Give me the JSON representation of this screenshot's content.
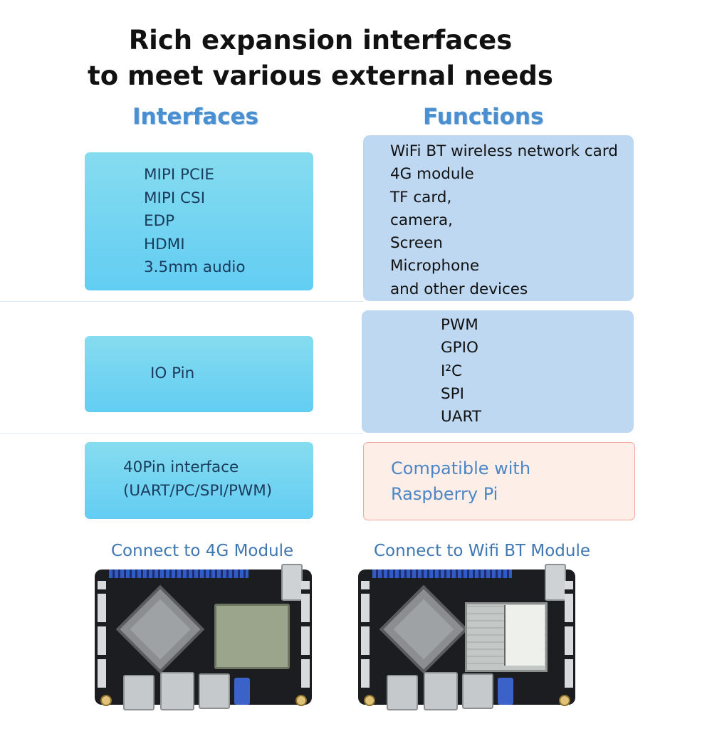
{
  "title": {
    "line1": "Rich expansion interfaces",
    "line2": "to meet various external needs"
  },
  "columns": {
    "interfaces": "Interfaces",
    "functions": "Functions"
  },
  "rows": [
    {
      "interfaces": [
        "MIPI PCIE",
        "MIPI CSI",
        "EDP",
        "HDMI",
        "3.5mm audio"
      ],
      "functions": [
        "WiFi BT wireless network card",
        "4G module",
        "TF card,",
        "camera,",
        "Screen",
        "Microphone",
        "and other devices"
      ]
    },
    {
      "interfaces": [
        "IO Pin"
      ],
      "functions": [
        "PWM",
        "GPIO",
        "I²C",
        "SPI",
        "UART"
      ]
    },
    {
      "interfaces": [
        "40Pin interface",
        "(UART/PC/SPI/PWM)"
      ],
      "functions": [
        "Compatible with",
        "Raspberry Pi"
      ]
    }
  ],
  "captions": {
    "left": "Connect to 4G Module",
    "right": "Connect to Wifi BT Module"
  },
  "colors": {
    "heading": "#4a8fd0",
    "cyan_box": "#62cdf3",
    "blue_box": "#bed8f1",
    "pink_box": "#fdeee8",
    "caption": "#3f77b1"
  }
}
